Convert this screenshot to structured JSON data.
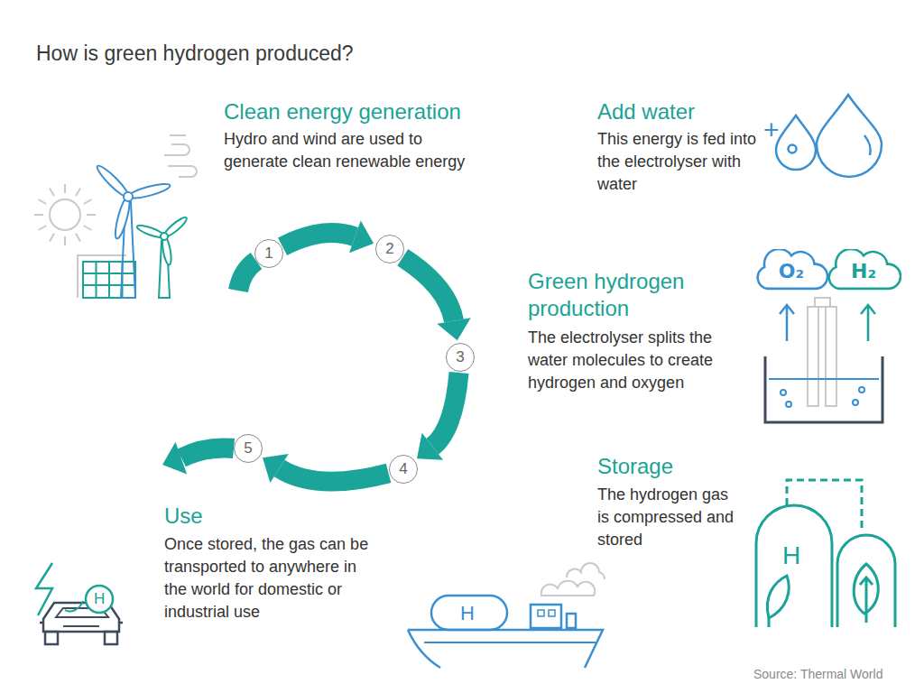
{
  "diagram": {
    "title": "How is green hydrogen produced?",
    "caption": "Source: Thermal World",
    "nodes": [
      {
        "text": [
          "1"
        ]
      },
      {
        "text": [
          "2"
        ]
      },
      {
        "text": [
          "3"
        ]
      },
      {
        "text": [
          "4"
        ]
      },
      {
        "text": [
          "5"
        ]
      },
      {
        "text": [
          "O₂"
        ]
      },
      {
        "text": [
          "H₂"
        ]
      }
    ],
    "edges": [
      {
        "from": 0,
        "to": 1,
        "arrow": "to"
      },
      {
        "from": 1,
        "to": 2,
        "arrow": "to"
      },
      {
        "from": 2,
        "to": 3,
        "arrow": "to"
      },
      {
        "from": 3,
        "to": 4,
        "arrow": "to"
      }
    ],
    "labels": [
      "Clean energy generation",
      "Hydro and wind are used to generate clean renewable energy",
      "Add water",
      "+",
      "This energy is fed into the electrolyser with water",
      "Green hydrogen production",
      "The electrolyser splits the water molecules to create hydrogen and oxygen",
      "Storage",
      "The hydrogen gas is compressed and stored",
      "H",
      "Use",
      "Once stored, the gas can be transported to anywhere in the world for domestic or industrial use",
      "H",
      "H"
    ]
  }
}
